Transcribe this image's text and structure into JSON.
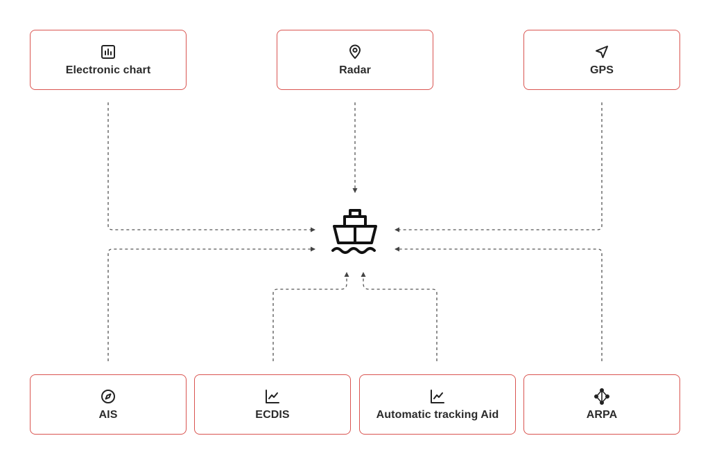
{
  "colors": {
    "border": "#d9534f",
    "connector": "#555555",
    "text": "#2b2b2b",
    "background": "#ffffff"
  },
  "center": {
    "icon": "ship-icon"
  },
  "nodes": {
    "electronic_chart": {
      "label": "Electronic chart",
      "icon": "bar-chart-icon"
    },
    "radar": {
      "label": "Radar",
      "icon": "map-pin-icon"
    },
    "gps": {
      "label": "GPS",
      "icon": "navigation-arrow-icon"
    },
    "ais": {
      "label": "AIS",
      "icon": "compass-icon"
    },
    "ecdis": {
      "label": "ECDIS",
      "icon": "line-chart-icon"
    },
    "tracking": {
      "label": "Automatic tracking Aid",
      "icon": "line-chart-icon"
    },
    "arpa": {
      "label": "ARPA",
      "icon": "network-icon"
    }
  }
}
